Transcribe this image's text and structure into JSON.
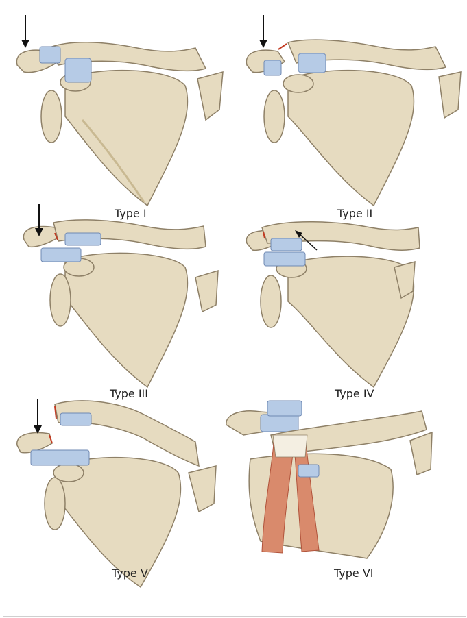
{
  "figure": {
    "panels": [
      {
        "caption": "Type I",
        "variant": "sprain-only",
        "arrow": "down",
        "inline_arrow": false,
        "muscle": false
      },
      {
        "caption": "Type II",
        "variant": "ac-torn",
        "arrow": "down",
        "inline_arrow": false,
        "muscle": false
      },
      {
        "caption": "Type III",
        "variant": "ac-cc-torn",
        "arrow": "down",
        "inline_arrow": false,
        "muscle": false
      },
      {
        "caption": "Type IV",
        "variant": "posterior-displacement",
        "arrow": "none",
        "inline_arrow": true,
        "muscle": false
      },
      {
        "caption": "Type V",
        "variant": "severe-superior-displacement",
        "arrow": "down",
        "inline_arrow": false,
        "muscle": false
      },
      {
        "caption": "Type VI",
        "variant": "inferior-displacement",
        "arrow": "none",
        "inline_arrow": false,
        "muscle": true
      }
    ]
  },
  "colors": {
    "bone": "#e6dbc0",
    "bone_shadow": "#c9b992",
    "bone_outline": "#8e8067",
    "ligament": "#b6cbe6",
    "ligament_line": "#6f88b3",
    "fracture_edge": "#c23b22",
    "muscle": "#d98a6c",
    "muscle_dark": "#b0523a",
    "arrow": "#111111"
  }
}
